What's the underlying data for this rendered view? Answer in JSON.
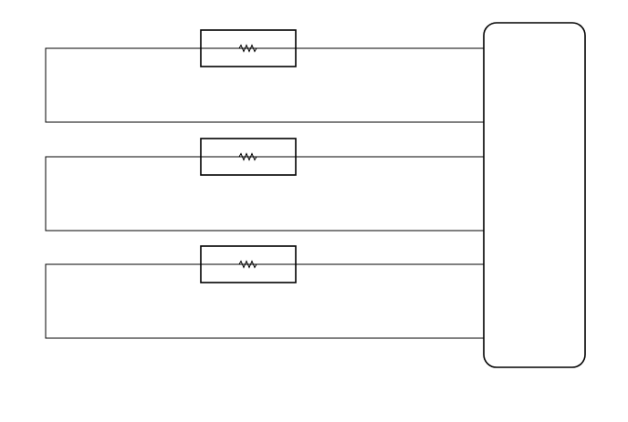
{
  "diagram": {
    "type": "circuit-schematic",
    "circuits": [
      {
        "id": "circuit-1",
        "component": "resistor-icon"
      },
      {
        "id": "circuit-2",
        "component": "resistor-icon"
      },
      {
        "id": "circuit-3",
        "component": "resistor-icon"
      }
    ],
    "colors": {
      "stroke": "#000000",
      "background": "#ffffff"
    }
  }
}
